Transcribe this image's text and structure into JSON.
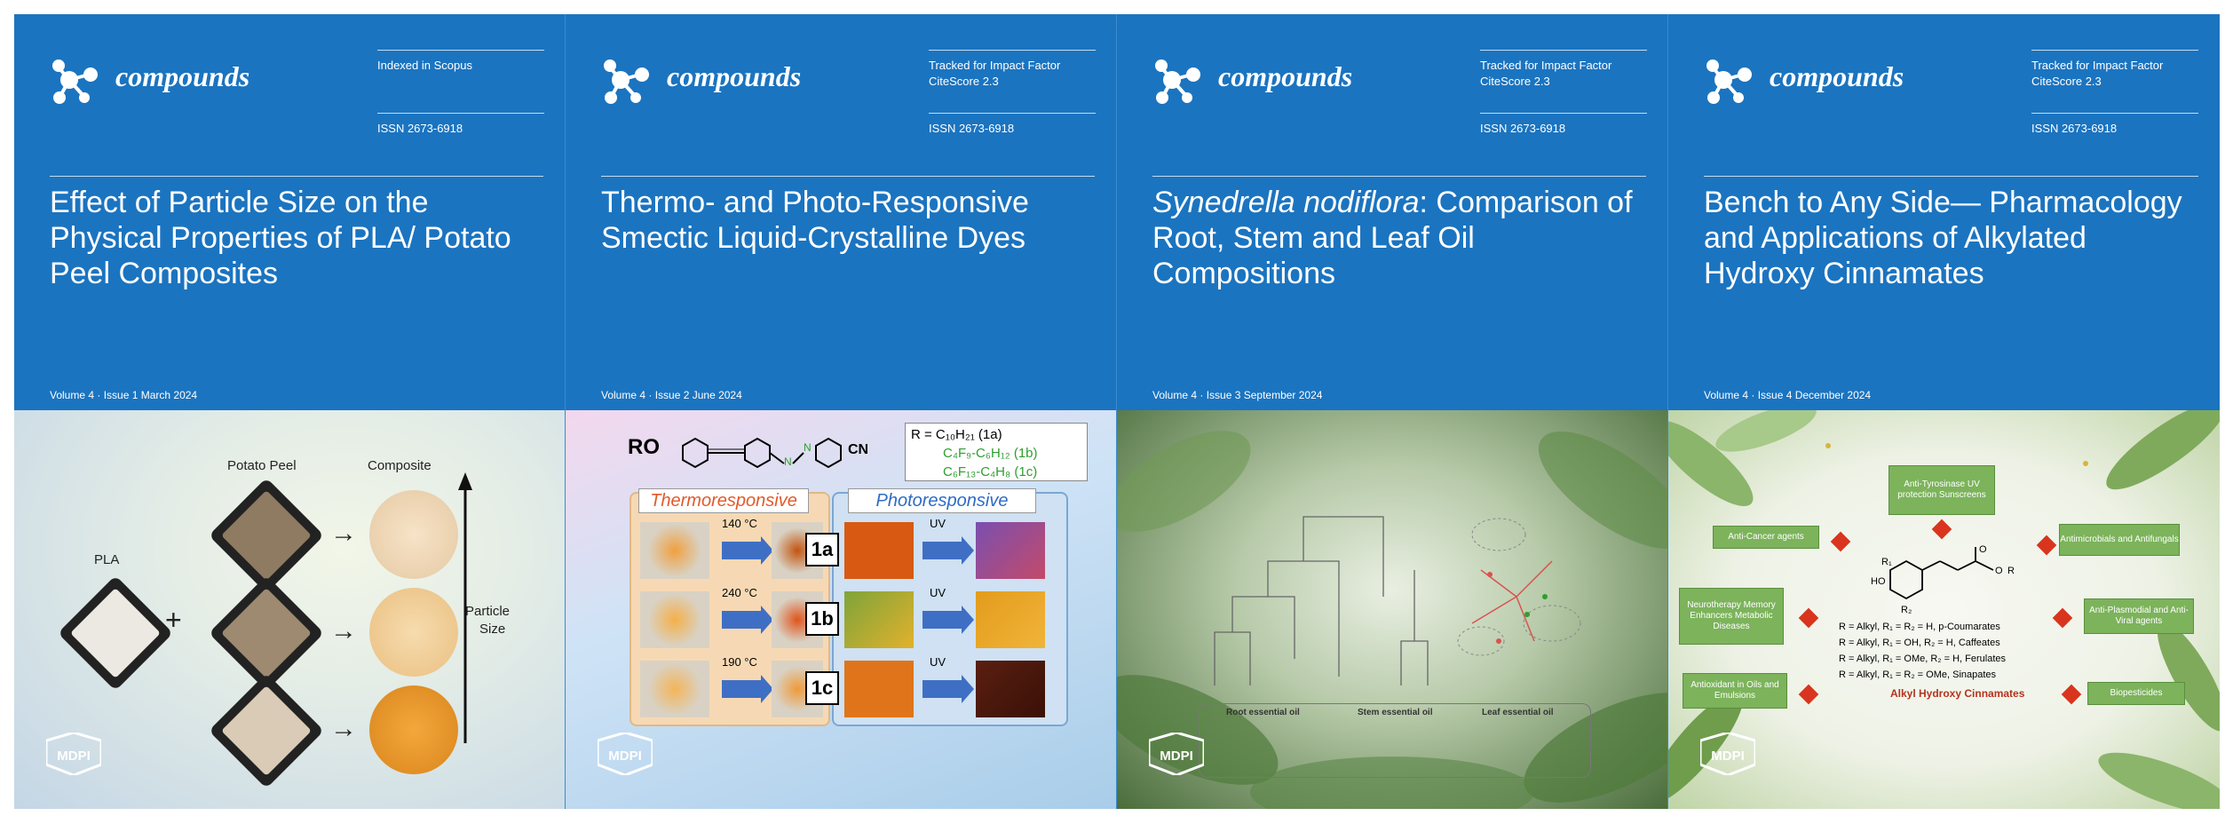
{
  "covers": [
    {
      "journal": "compounds",
      "meta": [
        "Indexed in Scopus",
        "ISSN 2673-6918"
      ],
      "title": "Effect of Particle Size on the Physical Properties of PLA/ Potato Peel Composites",
      "issue": "Volume 4 · Issue 1 March 2024",
      "art": {
        "labels": {
          "potato_peel": "Potato Peel",
          "composite": "Composite",
          "pla": "PLA",
          "plus": "+",
          "particle": "Particle",
          "size": "Size"
        }
      }
    },
    {
      "journal": "compounds",
      "meta": [
        "Tracked for Impact Factor",
        "CiteScore 2.3",
        "ISSN 2673-6918"
      ],
      "title": "Thermo- and Photo-Responsive Smectic Liquid-Crystalline Dyes",
      "issue": "Volume 4 · Issue 2 June 2024",
      "art": {
        "ro": "RO",
        "cn": "CN",
        "r_lines": [
          "R = C₁₀H₂₁ (1a)",
          "C₄F₉-C₆H₁₂ (1b)",
          "C₆F₁₃-C₄H₈ (1c)"
        ],
        "thermo": "Thermoresponsive",
        "photo": "Photoresponsive",
        "rows": [
          {
            "temp": "140 °C",
            "tag": "1a",
            "uv": "UV"
          },
          {
            "temp": "240 °C",
            "tag": "1b",
            "uv": "UV"
          },
          {
            "temp": "190 °C",
            "tag": "1c",
            "uv": "UV"
          }
        ]
      }
    },
    {
      "journal": "compounds",
      "meta": [
        "Tracked for Impact Factor",
        "CiteScore 2.3",
        "ISSN 2673-6918"
      ],
      "title_italic": "Synedrella nodiflora",
      "title_rest": ": Comparison of Root, Stem and Leaf Oil Compositions",
      "issue": "Volume 4 · Issue 3 September 2024",
      "art": {
        "oils": [
          "Root essential oil",
          "Stem essential oil",
          "Leaf essential oil"
        ]
      }
    },
    {
      "journal": "compounds",
      "meta": [
        "Tracked for Impact Factor",
        "CiteScore 2.3",
        "ISSN 2673-6918"
      ],
      "title": "Bench to Any Side— Pharmacology and Applications of Alkylated Hydroxy Cinnamates",
      "issue": "Volume 4 · Issue 4 December 2024",
      "art": {
        "boxes": {
          "tyrosinase": "Anti-Tyrosinase UV protection Sunscreens",
          "cancer": "Anti-Cancer agents",
          "microbial": "Antimicrobials and Antifungals",
          "neuro": "Neurotherapy Memory Enhancers Metabolic Diseases",
          "plasmodial": "Anti-Plasmodial and Anti-Viral agents",
          "antioxidant": "Antioxidant in Oils and Emulsions",
          "biopesticides": "Biopesticides"
        },
        "chem": [
          "R = Alkyl, R₁ = R₂ = H, p-Coumarates",
          "R = Alkyl, R₁ = OH, R₂ = H, Caffeates",
          "R = Alkyl, R₁ = OMe, R₂ = H, Ferulates",
          "R = Alkyl, R₁ = R₂ = OMe, Sinapates"
        ],
        "caption": "Alkyl Hydroxy Cinnamates"
      }
    }
  ],
  "publisher": "MDPI",
  "colors": {
    "banner": "#1b74c0"
  }
}
